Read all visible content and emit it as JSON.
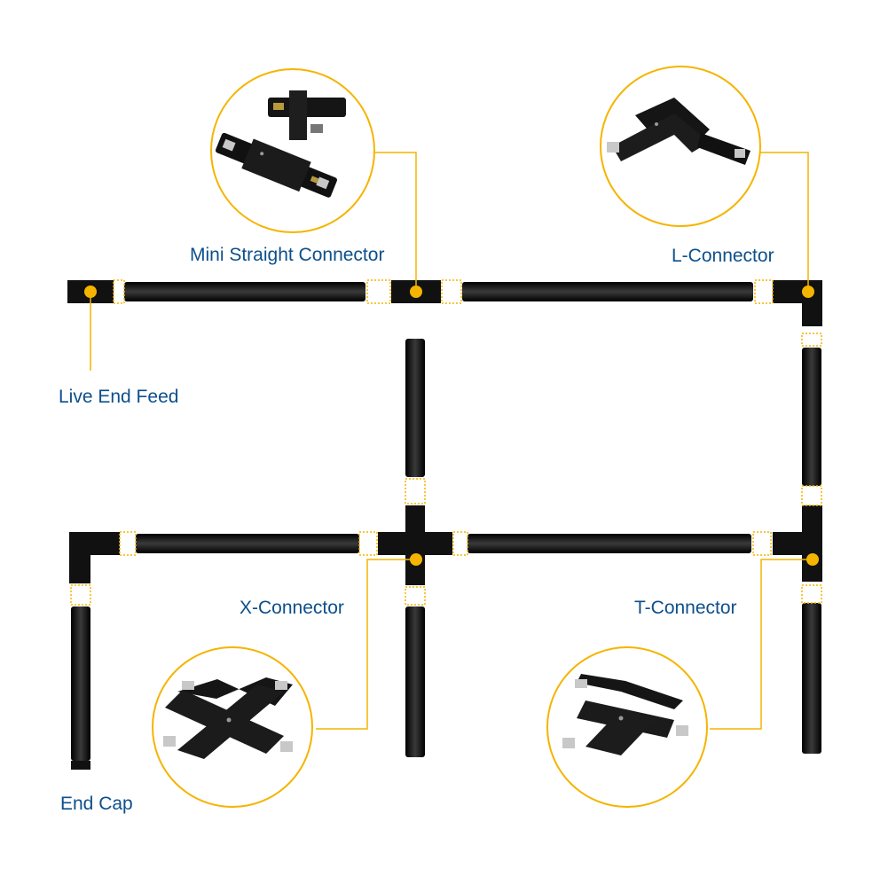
{
  "colors": {
    "accent": "#f5b400",
    "label": "#0d4f8b",
    "track": "#111111",
    "background": "#ffffff"
  },
  "labels": {
    "mini_straight": "Mini Straight Connector",
    "l_connector": "L-Connector",
    "live_end_feed": "Live End Feed",
    "x_connector": "X-Connector",
    "t_connector": "T-Connector",
    "end_cap": "End Cap"
  }
}
